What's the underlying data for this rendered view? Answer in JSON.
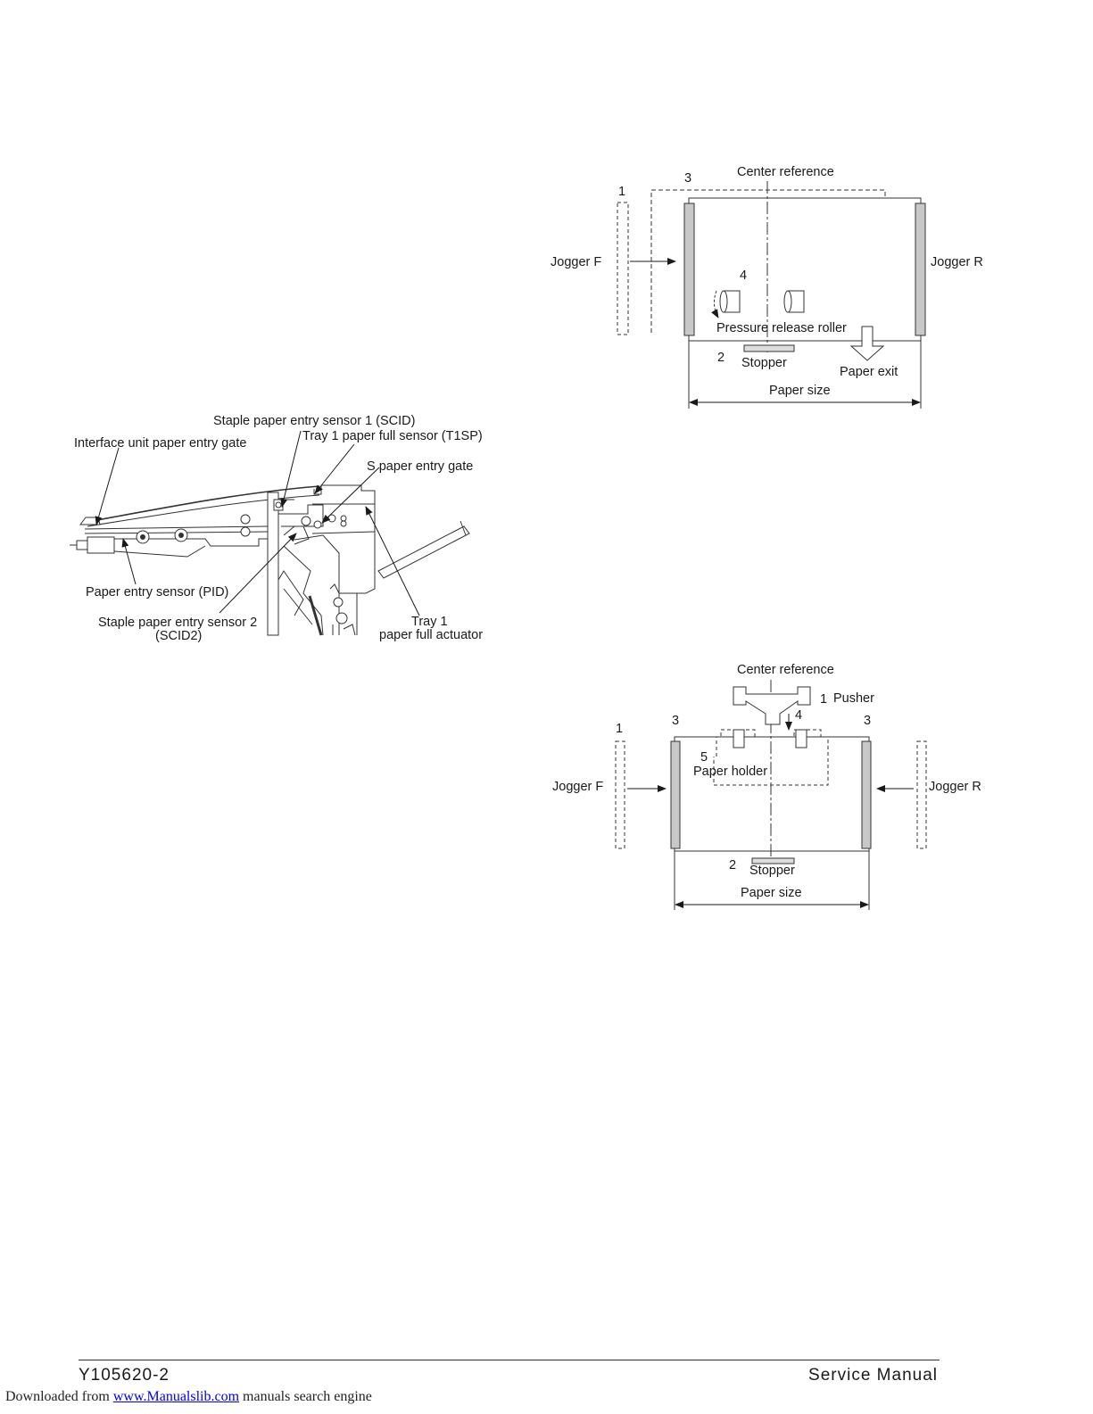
{
  "figure_top": {
    "center_reference": "Center reference",
    "jogger_f": "Jogger F",
    "jogger_r": "Jogger R",
    "pressure_release_roller": "Pressure release roller",
    "stopper": "Stopper",
    "paper_exit": "Paper exit",
    "paper_size": "Paper size",
    "n1": "1",
    "n2": "2",
    "n3": "3",
    "n4": "4"
  },
  "figure_left": {
    "staple_sensor_1": "Staple paper entry sensor 1 (SCID)",
    "tray1_full_sensor": "Tray 1 paper full sensor (T1SP)",
    "interface_gate": "Interface unit paper entry gate",
    "s_gate": "S paper entry gate",
    "pid": "Paper entry sensor (PID)",
    "staple_sensor_2": "Staple paper entry sensor 2",
    "scid2": "(SCID2)",
    "tray1": "Tray 1",
    "tray1_actuator": "paper full actuator"
  },
  "figure_bottom": {
    "center_reference": "Center reference",
    "pusher": "Pusher",
    "jogger_f": "Jogger F",
    "jogger_r": "Jogger R",
    "paper_holder": "Paper holder",
    "stopper": "Stopper",
    "paper_size": "Paper size",
    "n1a": "1",
    "n1b": "1",
    "n2": "2",
    "n3a": "3",
    "n3b": "3",
    "n4": "4",
    "n5": "5"
  },
  "footer": {
    "doc_id": "Y105620-2",
    "title": "Service Manual",
    "downloaded_from": "Downloaded from",
    "site": "www.Manualslib.com",
    "tagline": "manuals search engine"
  }
}
